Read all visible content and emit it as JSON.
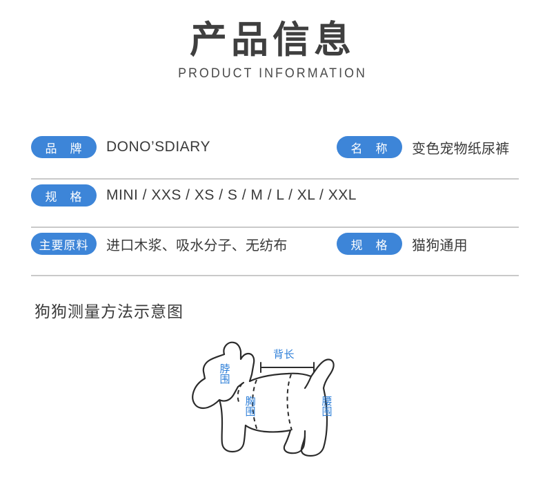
{
  "header": {
    "title_cn": "产品信息",
    "title_en": "PRODUCT INFORMATION"
  },
  "theme": {
    "pill_blue": "#3d85d8",
    "label_blue": "#2e7fd8",
    "divider_gray": "#c9c9c9",
    "text_dark": "#3a3a3a",
    "background": "#ffffff"
  },
  "spec_rows": [
    {
      "left": {
        "label": "品　牌",
        "value": "DONO’SDIARY"
      },
      "right": {
        "label": "名　称",
        "value": "变色宠物纸尿裤"
      }
    },
    {
      "left": {
        "label": "规　格",
        "value": "MINI / XXS / XS / S / M / L / XL / XXL"
      },
      "right": null
    },
    {
      "left": {
        "label": "主要原料",
        "value": "进口木浆、吸水分子、无纺布"
      },
      "right": {
        "label": "规　格",
        "value": "猫狗通用"
      }
    }
  ],
  "diagram": {
    "heading": "狗狗测量方法示意图",
    "labels": {
      "back_length": "背长",
      "neck_girth": "脖围",
      "chest_girth": "胸围",
      "waist_girth": "腰围"
    }
  }
}
